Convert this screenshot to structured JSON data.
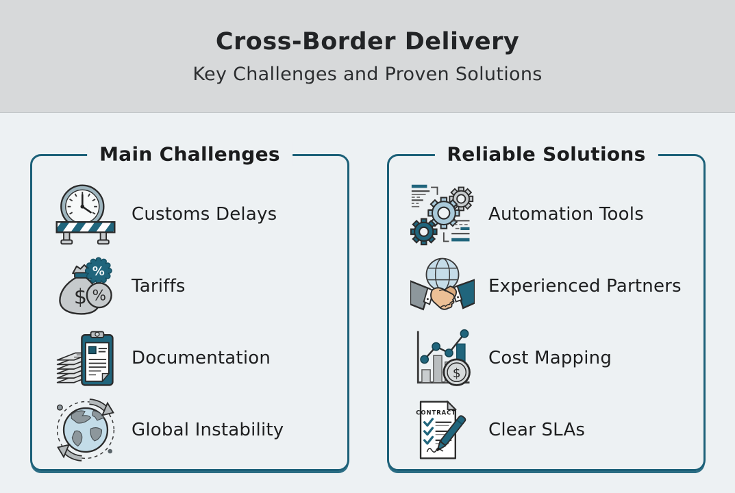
{
  "header": {
    "title": "Cross-Border Delivery",
    "subtitle": "Key Challenges and Proven Solutions"
  },
  "panels": [
    {
      "title": "Main Challenges",
      "items": [
        {
          "label": "Customs Delays",
          "icon": "customs-delays-icon"
        },
        {
          "label": "Tariffs",
          "icon": "tariffs-icon"
        },
        {
          "label": "Documentation",
          "icon": "documentation-icon"
        },
        {
          "label": "Global Instability",
          "icon": "global-instability-icon"
        }
      ]
    },
    {
      "title": "Reliable Solutions",
      "items": [
        {
          "label": "Automation Tools",
          "icon": "automation-tools-icon"
        },
        {
          "label": "Experienced Partners",
          "icon": "experienced-partners-icon"
        },
        {
          "label": "Cost Mapping",
          "icon": "cost-mapping-icon"
        },
        {
          "label": "Clear SLAs",
          "icon": "clear-slas-icon"
        }
      ]
    }
  ],
  "icons": {
    "contract_label": "CONTRACT"
  },
  "colors": {
    "header_bg": "#d7d9da",
    "body_bg": "#edf1f3",
    "panel_border": "#1c6078",
    "accent_teal": "#20657c",
    "icon_gray": "#c6cacc",
    "icon_lightblue": "#c3dce8",
    "text": "#1c1c1c"
  }
}
